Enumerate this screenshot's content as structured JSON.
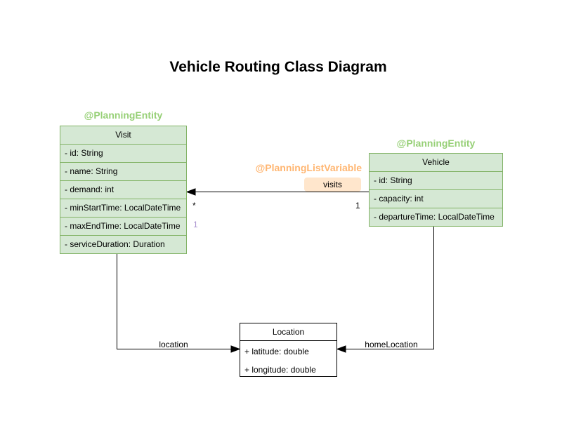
{
  "title": "Vehicle Routing Class Diagram",
  "colors": {
    "entity_fill": "#d5e8d4",
    "entity_border": "#82b366",
    "annotation_green": "#97d077",
    "annotation_orange": "#ffb570",
    "edge_label_bg": "#ffe6cc",
    "index_purple": "#ab94cf",
    "plain_class_border": "#000000"
  },
  "classes": {
    "visit": {
      "annotation": "@PlanningEntity",
      "name": "Visit",
      "attributes": [
        "- id: String",
        "- name: String",
        "- demand: int",
        "- minStartTime: LocalDateTime",
        "- maxEndTime: LocalDateTime",
        "- serviceDuration: Duration"
      ]
    },
    "vehicle": {
      "annotation": "@PlanningEntity",
      "name": "Vehicle",
      "attributes": [
        "- id: String",
        "- capacity: int",
        "- departureTime: LocalDateTime"
      ]
    },
    "location": {
      "name": "Location",
      "attributes": [
        "+ latitude: double",
        "+ longitude: double"
      ]
    }
  },
  "relations": {
    "visits": {
      "annotation": "@PlanningListVariable",
      "label": "visits",
      "target_multiplicity": "*",
      "source_multiplicity": "1",
      "index_label": "1"
    },
    "location": {
      "label": "location"
    },
    "home_location": {
      "label": "homeLocation"
    }
  }
}
